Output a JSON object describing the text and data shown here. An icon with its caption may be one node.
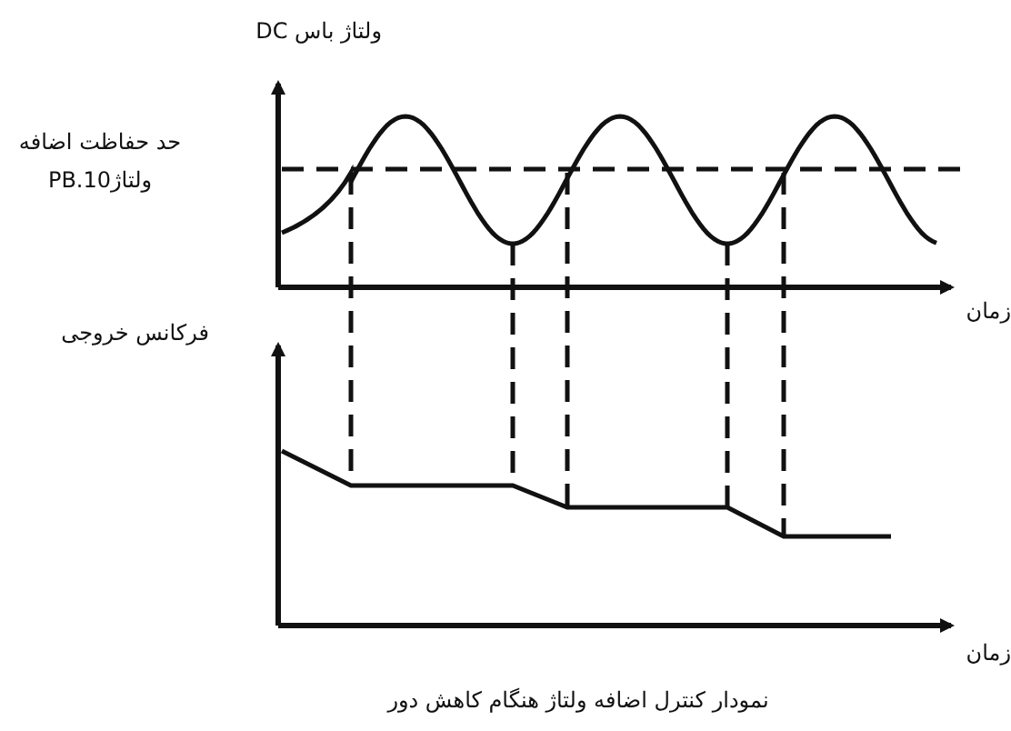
{
  "diagram": {
    "caption": "نمودار کنترل اضافه ولتاژ هنگام کاهش دور",
    "labels": [
      "ولتاژ باس DC",
      "حد حفاظت اضافه ولتاژPB.10",
      "زمان",
      "فرکانس خروجی",
      "زمان"
    ]
  }
}
